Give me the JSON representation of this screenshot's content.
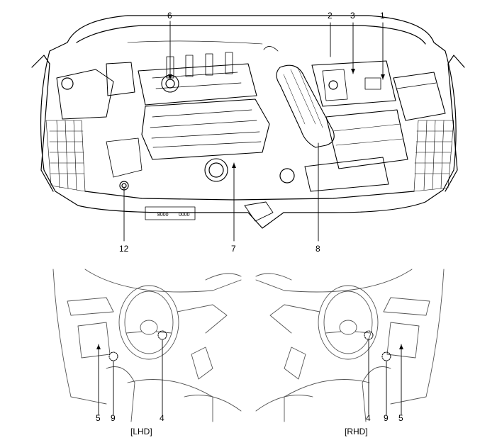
{
  "engine_bay": {
    "callouts": [
      "1",
      "2",
      "3",
      "6",
      "7",
      "8",
      "12"
    ]
  },
  "lhd": {
    "caption": "[LHD]",
    "callouts": [
      "5",
      "9",
      "4"
    ]
  },
  "rhd": {
    "caption": "[RHD]",
    "callouts": [
      "4",
      "9",
      "5"
    ]
  },
  "labels": {
    "plate_left": "8000",
    "plate_right": "0000"
  }
}
